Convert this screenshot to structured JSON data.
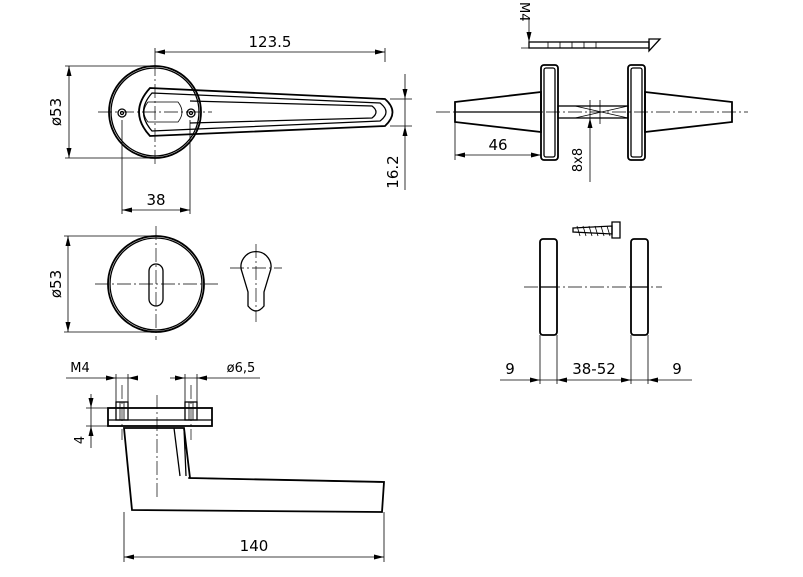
{
  "dimensions": {
    "lever_length": "123.5",
    "rose_diameter_top": "ø53",
    "rose_offset": "38",
    "lever_height": "16.2",
    "spindle_length": "46",
    "spindle_size": "8x8",
    "screw_thread_top": "M4",
    "escutcheon_diameter": "ø53",
    "screw_thread": "M4",
    "hole_diameter": "ø6,5",
    "rose_thickness": "4",
    "handle_length": "140",
    "rose_left_thickness": "9",
    "door_thickness": "38-52",
    "rose_right_thickness": "9"
  }
}
